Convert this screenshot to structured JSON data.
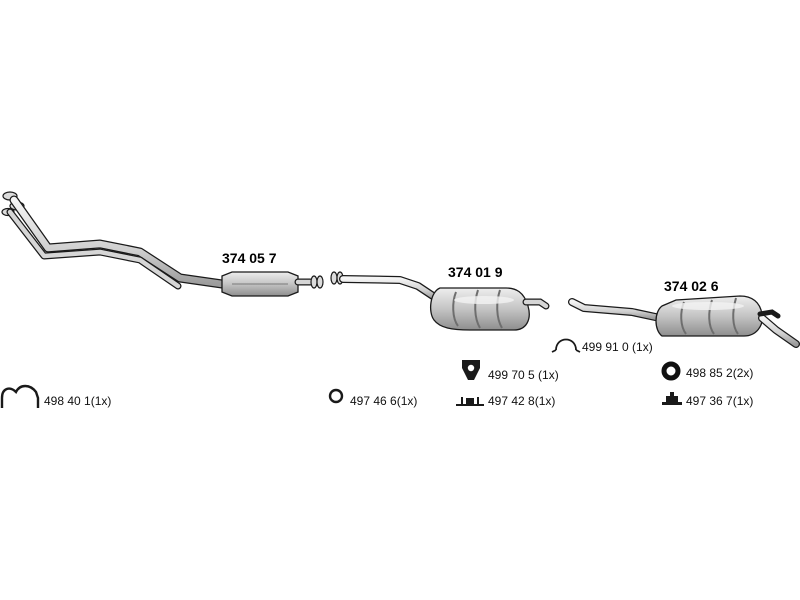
{
  "assemblies": {
    "front": {
      "part_number": "374 05 7"
    },
    "middle": {
      "part_number": "374 01 9"
    },
    "rear": {
      "part_number": "374 02 6"
    }
  },
  "accessories": {
    "bracket_arc": {
      "label": "498 40 1(1x)",
      "icon": "arc-hanger-icon"
    },
    "ring_small": {
      "label": "497 46 6(1x)",
      "icon": "ring-icon"
    },
    "hanger_mount": {
      "label": "499 70 5 (1x)",
      "icon": "rubber-mount-icon"
    },
    "strap_bracket": {
      "label": "497 42 8(1x)",
      "icon": "strap-bracket-icon"
    },
    "clamp_ring": {
      "label": "499 91 0 (1x)",
      "icon": "clamp-icon"
    },
    "seal_ring": {
      "label": "498 85 2(2x)",
      "icon": "thick-ring-icon"
    },
    "mounting_kit": {
      "label": "497 36 7(1x)",
      "icon": "mounting-kit-icon"
    }
  },
  "colors": {
    "part_fill": "#d8d8d8",
    "part_shade": "#9a9a9a",
    "stroke": "#1a1a1a"
  }
}
